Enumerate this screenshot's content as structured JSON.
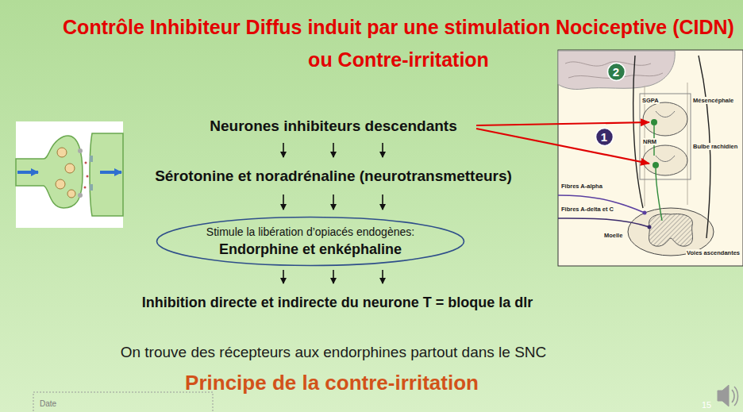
{
  "diagram": {
    "title": "Contrôle Inhibiteur Diffus induit par une stimulation Nociceptive (CIDN) ou Contre-irritation",
    "nodes": [
      {
        "text": [
          "2"
        ]
      },
      {
        "text": [
          "1"
        ]
      },
      {
        "text": [
          "Stimule la libération d’opiacés endogènes:",
          "Endorphine et enképhaline"
        ]
      }
    ],
    "labels": [
      "Neurones inhibiteurs descendants",
      "Sérotonine et noradrénaline (neurotransmetteurs)",
      "Inhibition directe et indirecte du neurone T = bloque la dlr",
      "On trouve des récepteurs aux endorphines partout dans le SNC",
      "Principe de la contre-irritation",
      "SGPA",
      "Mésencéphale",
      "NRM",
      "Bulbe rachidien",
      "Fibres A-alpha",
      "Fibres A-delta et C",
      "Moelle",
      "Voies ascendantes",
      "Date",
      "15"
    ]
  }
}
